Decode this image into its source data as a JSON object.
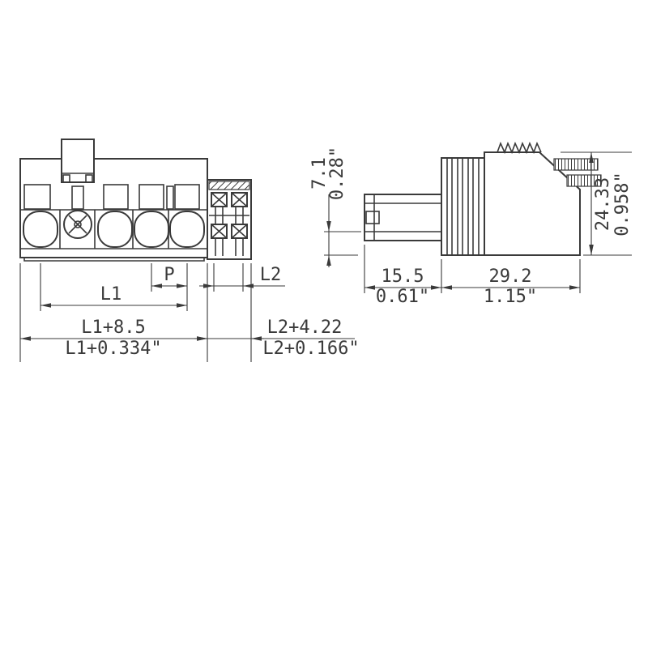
{
  "colors": {
    "line": "#3a3a3a",
    "background": "#ffffff"
  },
  "front_view": {
    "dimensions": {
      "pitch": "P",
      "l1": "L1",
      "l1_overall_mm": "L1+8.5",
      "l1_overall_inch": "L1+0.334\"",
      "l2": "L2",
      "l2_overall_mm": "L2+4.22",
      "l2_overall_inch": "L2+0.166\""
    }
  },
  "side_view": {
    "dimensions": {
      "plug_height_mm": "7.1",
      "plug_height_inch": "0.28\"",
      "overall_height_mm": "24.33",
      "overall_height_inch": "0.958\"",
      "plug_length_mm": "15.5",
      "plug_length_inch": "0.61\"",
      "body_length_mm": "29.2",
      "body_length_inch": "1.15\""
    }
  }
}
